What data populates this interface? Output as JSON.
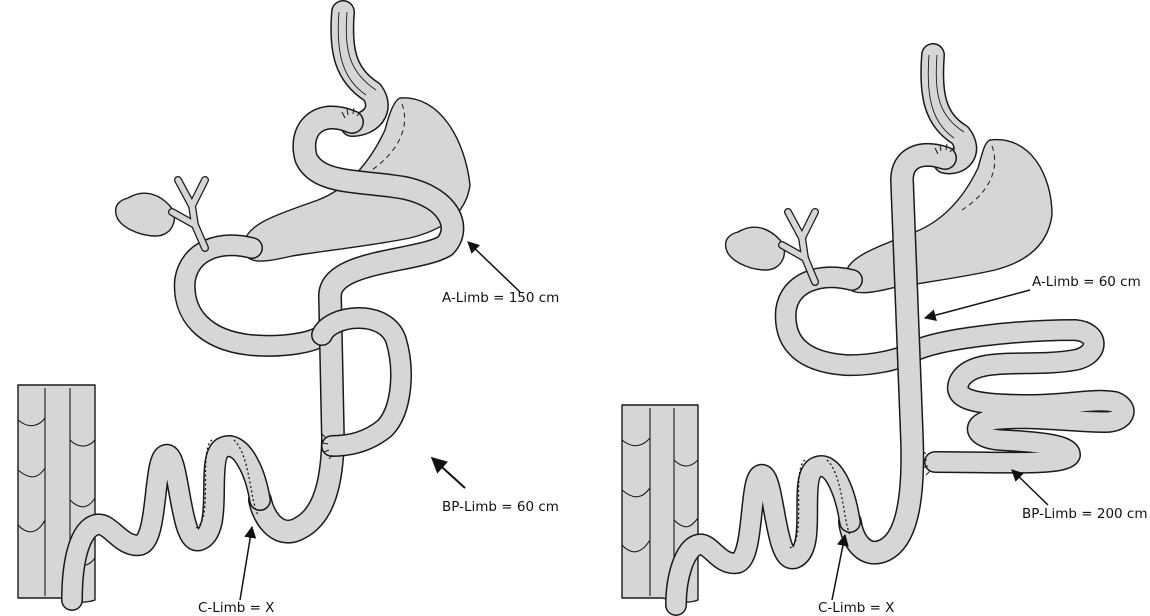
{
  "diagrams": [
    {
      "labels": {
        "a_limb": "A-Limb = 150 cm",
        "bp_limb": "BP-Limb = 60 cm",
        "c_limb": "C-Limb = X"
      }
    },
    {
      "labels": {
        "a_limb": "A-Limb = 60 cm",
        "bp_limb": "BP-Limb = 200 cm",
        "c_limb": "C-Limb = X"
      }
    }
  ],
  "colors": {
    "bowel_fill": "#d6d6d6",
    "outline": "#1a1a1a",
    "background": "#ffffff"
  }
}
